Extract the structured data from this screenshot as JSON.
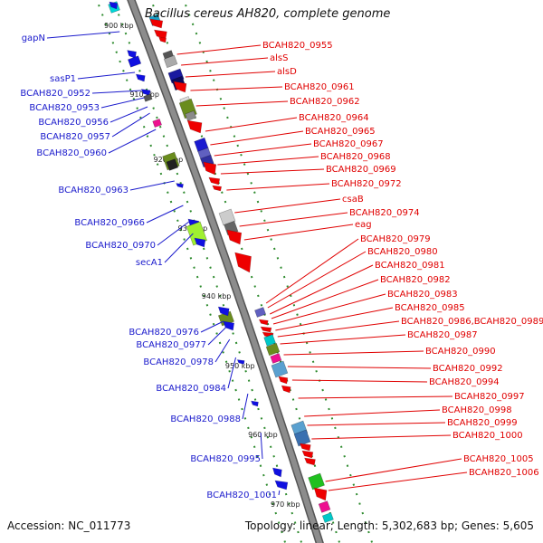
{
  "title": "Bacillus cereus AH820, complete genome",
  "footer": {
    "accession": "Accession: NC_011773",
    "topology": "Topology: linear; Length: 5,302,683 bp; Genes: 5,605"
  },
  "colors": {
    "backbone": "#8c8c8c",
    "tick": "#2e8b2e",
    "left_label": "#1a1acc",
    "right_label": "#e00000"
  },
  "kbp_ticks": [
    "900 kbp",
    "910 kbp",
    "920 kbp",
    "930 kbp",
    "940 kbp",
    "950 kbp",
    "960 kbp",
    "970 kbp"
  ],
  "left_labels": [
    {
      "text": "gapN",
      "gy": 35
    },
    {
      "text": "sasP1",
      "gy": 80
    },
    {
      "text": "BCAH820_0952",
      "gy": 100
    },
    {
      "text": "BCAH820_0953",
      "gy": 108
    },
    {
      "text": "BCAH820_0956",
      "gy": 118
    },
    {
      "text": "BCAH820_0957",
      "gy": 125
    },
    {
      "text": "BCAH820_0960",
      "gy": 143
    },
    {
      "text": "BCAH820_0963",
      "gy": 200
    },
    {
      "text": "BCAH820_0966",
      "gy": 227
    },
    {
      "text": "BCAH820_0970",
      "gy": 245
    },
    {
      "text": "secA1",
      "gy": 258
    },
    {
      "text": "BCAH820_0976",
      "gy": 355
    },
    {
      "text": "BCAH820_0977",
      "gy": 362
    },
    {
      "text": "BCAH820_0978",
      "gy": 375
    },
    {
      "text": "BCAH820_0984",
      "gy": 395
    },
    {
      "text": "BCAH820_0988",
      "gy": 435
    },
    {
      "text": "BCAH820_0995",
      "gy": 478
    },
    {
      "text": "BCAH820_1001",
      "gy": 542
    }
  ],
  "right_labels": [
    {
      "text": "BCAH820_0955",
      "gy": 60
    },
    {
      "text": "alsS",
      "gy": 72
    },
    {
      "text": "alsD",
      "gy": 85
    },
    {
      "text": "BCAH820_0961",
      "gy": 100
    },
    {
      "text": "BCAH820_0962",
      "gy": 117
    },
    {
      "text": "BCAH820_0964",
      "gy": 145
    },
    {
      "text": "BCAH820_0965",
      "gy": 160
    },
    {
      "text": "BCAH820_0967",
      "gy": 172
    },
    {
      "text": "BCAH820_0968",
      "gy": 182
    },
    {
      "text": "BCAH820_0969",
      "gy": 192
    },
    {
      "text": "BCAH820_0972",
      "gy": 210
    },
    {
      "text": "csaB",
      "gy": 235
    },
    {
      "text": "BCAH820_0974",
      "gy": 250
    },
    {
      "text": "eag",
      "gy": 265
    },
    {
      "text": "BCAH820_0979",
      "gy": 335
    },
    {
      "text": "BCAH820_0980",
      "gy": 340
    },
    {
      "text": "BCAH820_0981",
      "gy": 347
    },
    {
      "text": "BCAH820_0982",
      "gy": 352
    },
    {
      "text": "BCAH820_0983",
      "gy": 358
    },
    {
      "text": "BCAH820_0985",
      "gy": 365
    },
    {
      "text": "BCAH820_0986,BCAH820_0989",
      "gy": 372
    },
    {
      "text": "BCAH820_0987",
      "gy": 380
    },
    {
      "text": "BCAH820_0990",
      "gy": 392
    },
    {
      "text": "BCAH820_0992",
      "gy": 405
    },
    {
      "text": "BCAH820_0994",
      "gy": 420
    },
    {
      "text": "BCAH820_0997",
      "gy": 440
    },
    {
      "text": "BCAH820_0998",
      "gy": 460
    },
    {
      "text": "BCAH820_0999",
      "gy": 470
    },
    {
      "text": "BCAH820_1000",
      "gy": 485
    },
    {
      "text": "BCAH820_1005",
      "gy": 532
    },
    {
      "text": "BCAH820_1006",
      "gy": 542
    }
  ],
  "genes": [
    {
      "gy": 8,
      "w": 10,
      "h": 10,
      "strand": "left",
      "color": "#00d8d8",
      "arrow": false
    },
    {
      "gy": 6,
      "w": 9,
      "h": 8,
      "strand": "left",
      "color": "#1010e0",
      "arrow": true
    },
    {
      "gy": 22,
      "w": 10,
      "h": 10,
      "strand": "right",
      "color": "#1aa0c8",
      "arrow": false
    },
    {
      "gy": 26,
      "w": 14,
      "h": 10,
      "strand": "right",
      "color": "#ee0000",
      "arrow": true
    },
    {
      "gy": 38,
      "w": 14,
      "h": 10,
      "strand": "right",
      "color": "#ee0000",
      "arrow": true
    },
    {
      "gy": 44,
      "w": 8,
      "h": 6,
      "strand": "right",
      "color": "#ee0000",
      "arrow": true
    },
    {
      "gy": 60,
      "w": 10,
      "h": 9,
      "strand": "left",
      "color": "#1010e0",
      "arrow": true
    },
    {
      "gy": 68,
      "w": 12,
      "h": 9,
      "strand": "left",
      "color": "#1010e0",
      "arrow": false
    },
    {
      "gy": 62,
      "w": 10,
      "h": 10,
      "strand": "right",
      "color": "#555555",
      "arrow": false
    },
    {
      "gy": 68,
      "w": 12,
      "h": 10,
      "strand": "right",
      "color": "#aaaaaa",
      "arrow": false
    },
    {
      "gy": 84,
      "w": 14,
      "h": 12,
      "strand": "right",
      "color": "#1a1aa0",
      "arrow": false
    },
    {
      "gy": 92,
      "w": 12,
      "h": 12,
      "strand": "right",
      "color": "#0c0c5c",
      "arrow": false
    },
    {
      "gy": 96,
      "w": 14,
      "h": 12,
      "strand": "right",
      "color": "#ee0000",
      "arrow": true
    },
    {
      "gy": 86,
      "w": 10,
      "h": 8,
      "strand": "left",
      "color": "#1010e0",
      "arrow": true
    },
    {
      "gy": 102,
      "w": 10,
      "h": 7,
      "strand": "left",
      "color": "#1010e0",
      "arrow": true
    },
    {
      "gy": 108,
      "w": 8,
      "h": 6,
      "strand": "left",
      "color": "#555555",
      "arrow": false
    },
    {
      "gy": 112,
      "w": 10,
      "h": 8,
      "strand": "right",
      "color": "#dddddd",
      "arrow": false
    },
    {
      "gy": 120,
      "w": 14,
      "h": 18,
      "strand": "right",
      "color": "#6a8c1e",
      "arrow": false
    },
    {
      "gy": 128,
      "w": 10,
      "h": 8,
      "strand": "right",
      "color": "#8a8a8a",
      "arrow": false
    },
    {
      "gy": 136,
      "w": 8,
      "h": 7,
      "strand": "left",
      "color": "#ee1090",
      "arrow": false
    },
    {
      "gy": 140,
      "w": 16,
      "h": 14,
      "strand": "right",
      "color": "#ee0000",
      "arrow": true
    },
    {
      "gy": 160,
      "w": 12,
      "h": 12,
      "strand": "right",
      "color": "#1a1ad0",
      "arrow": false
    },
    {
      "gy": 170,
      "w": 12,
      "h": 10,
      "strand": "right",
      "color": "#6060c0",
      "arrow": false
    },
    {
      "gy": 178,
      "w": 12,
      "h": 10,
      "strand": "right",
      "color": "#3030a0",
      "arrow": false
    },
    {
      "gy": 186,
      "w": 14,
      "h": 14,
      "strand": "right",
      "color": "#ee0000",
      "arrow": true
    },
    {
      "gy": 200,
      "w": 12,
      "h": 8,
      "strand": "right",
      "color": "#ee0000",
      "arrow": true
    },
    {
      "gy": 208,
      "w": 10,
      "h": 6,
      "strand": "right",
      "color": "#ee0000",
      "arrow": true
    },
    {
      "gy": 178,
      "w": 14,
      "h": 16,
      "strand": "left",
      "color": "#6a8c1e",
      "arrow": false
    },
    {
      "gy": 182,
      "w": 10,
      "h": 10,
      "strand": "left",
      "color": "#222222",
      "arrow": false
    },
    {
      "gy": 205,
      "w": 8,
      "h": 5,
      "strand": "left",
      "color": "#1010e0",
      "arrow": true
    },
    {
      "gy": 240,
      "w": 14,
      "h": 14,
      "strand": "right",
      "color": "#cccccc",
      "arrow": false
    },
    {
      "gy": 252,
      "w": 12,
      "h": 12,
      "strand": "right",
      "color": "#666666",
      "arrow": false
    },
    {
      "gy": 262,
      "w": 16,
      "h": 16,
      "strand": "right",
      "color": "#ee0000",
      "arrow": true
    },
    {
      "gy": 290,
      "w": 18,
      "h": 22,
      "strand": "right",
      "color": "#ee0000",
      "arrow": true
    },
    {
      "gy": 248,
      "w": 12,
      "h": 12,
      "strand": "left",
      "color": "#1010e0",
      "arrow": true
    },
    {
      "gy": 258,
      "w": 16,
      "h": 22,
      "strand": "left",
      "color": "#a0f030",
      "arrow": false
    },
    {
      "gy": 268,
      "w": 12,
      "h": 10,
      "strand": "left",
      "color": "#1010e0",
      "arrow": true
    },
    {
      "gy": 352,
      "w": 14,
      "h": 12,
      "strand": "left",
      "color": "#6a8c1e",
      "arrow": false
    },
    {
      "gy": 344,
      "w": 12,
      "h": 10,
      "strand": "left",
      "color": "#1010e0",
      "arrow": true
    },
    {
      "gy": 360,
      "w": 12,
      "h": 10,
      "strand": "left",
      "color": "#1010e0",
      "arrow": true
    },
    {
      "gy": 400,
      "w": 8,
      "h": 5,
      "strand": "left",
      "color": "#1010e0",
      "arrow": true
    },
    {
      "gy": 345,
      "w": 10,
      "h": 8,
      "strand": "right",
      "color": "#6060c0",
      "arrow": false
    },
    {
      "gy": 356,
      "w": 10,
      "h": 6,
      "strand": "right",
      "color": "#ee0000",
      "arrow": true
    },
    {
      "gy": 364,
      "w": 12,
      "h": 6,
      "strand": "right",
      "color": "#ee0000",
      "arrow": true
    },
    {
      "gy": 370,
      "w": 12,
      "h": 6,
      "strand": "right",
      "color": "#ee0000",
      "arrow": true
    },
    {
      "gy": 376,
      "w": 10,
      "h": 10,
      "strand": "right",
      "color": "#00c8c8",
      "arrow": false
    },
    {
      "gy": 386,
      "w": 12,
      "h": 10,
      "strand": "right",
      "color": "#6a8c1e",
      "arrow": false
    },
    {
      "gy": 396,
      "w": 10,
      "h": 8,
      "strand": "right",
      "color": "#ee1090",
      "arrow": false
    },
    {
      "gy": 408,
      "w": 14,
      "h": 14,
      "strand": "right",
      "color": "#5aa0d0",
      "arrow": false
    },
    {
      "gy": 420,
      "w": 10,
      "h": 8,
      "strand": "right",
      "color": "#ee0000",
      "arrow": true
    },
    {
      "gy": 430,
      "w": 10,
      "h": 8,
      "strand": "right",
      "color": "#ee0000",
      "arrow": true
    },
    {
      "gy": 446,
      "w": 8,
      "h": 6,
      "strand": "left",
      "color": "#1010e0",
      "arrow": true
    },
    {
      "gy": 474,
      "w": 14,
      "h": 14,
      "strand": "right",
      "color": "#5aa0d0",
      "arrow": false
    },
    {
      "gy": 484,
      "w": 14,
      "h": 14,
      "strand": "right",
      "color": "#3a70b0",
      "arrow": false
    },
    {
      "gy": 494,
      "w": 12,
      "h": 8,
      "strand": "right",
      "color": "#ee0000",
      "arrow": true
    },
    {
      "gy": 502,
      "w": 12,
      "h": 8,
      "strand": "right",
      "color": "#ee0000",
      "arrow": true
    },
    {
      "gy": 510,
      "w": 12,
      "h": 8,
      "strand": "right",
      "color": "#ee0000",
      "arrow": true
    },
    {
      "gy": 522,
      "w": 10,
      "h": 10,
      "strand": "left",
      "color": "#1010e0",
      "arrow": true
    },
    {
      "gy": 536,
      "w": 14,
      "h": 10,
      "strand": "left",
      "color": "#1010e0",
      "arrow": true
    },
    {
      "gy": 532,
      "w": 14,
      "h": 14,
      "strand": "right",
      "color": "#20c020",
      "arrow": false
    },
    {
      "gy": 546,
      "w": 14,
      "h": 14,
      "strand": "right",
      "color": "#ee0000",
      "arrow": true
    },
    {
      "gy": 560,
      "w": 10,
      "h": 10,
      "strand": "right",
      "color": "#ee1090",
      "arrow": false
    },
    {
      "gy": 572,
      "w": 10,
      "h": 8,
      "strand": "right",
      "color": "#00c8c8",
      "arrow": false
    }
  ]
}
